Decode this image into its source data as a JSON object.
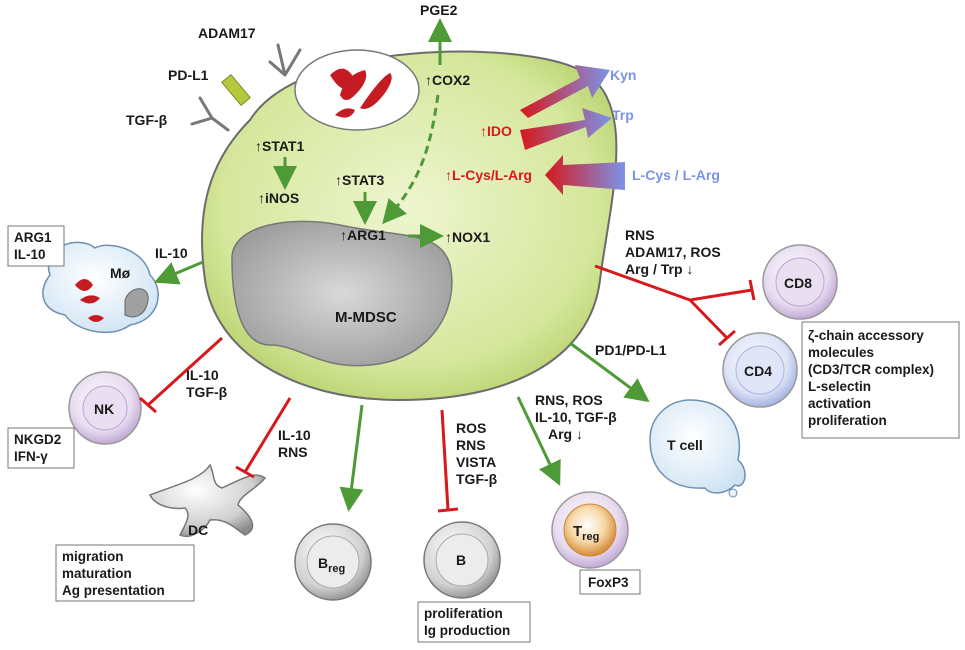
{
  "cell": {
    "name": "M-MDSC",
    "receptor_adam17": "ADAM17",
    "receptor_pdl1": "PD-L1",
    "receptor_tgfb": "TGF-β",
    "stat1": "↑STAT1",
    "inos": "↑iNOS",
    "stat3": "↑STAT3",
    "arg1": "↑ARG1",
    "nox1": "↑NOX1",
    "cox2": "↑COX2",
    "ido": "↑IDO",
    "lcys_larg_in": "↑L-Cys/L-Arg"
  },
  "outputs": {
    "pge2": "PGE2",
    "kyn": "Kyn",
    "trp": "Trp",
    "lcys_larg": "L-Cys / L-Arg"
  },
  "targets": {
    "macrophage": {
      "label": "Mø",
      "signal": "IL-10",
      "box": [
        "ARG1",
        "IL-10"
      ]
    },
    "nk": {
      "label": "NK",
      "signal": [
        "IL-10",
        "TGF-β"
      ],
      "box": [
        "NKGD2",
        "IFN-γ"
      ]
    },
    "dc": {
      "label": "DC",
      "signal": [
        "IL-10",
        "RNS"
      ],
      "box": [
        "migration",
        "maturation",
        "Ag presentation"
      ]
    },
    "breg": {
      "label": "B",
      "sub": "reg"
    },
    "b": {
      "label": "B",
      "signal": [
        "ROS",
        "RNS",
        "VISTA",
        "TGF-β"
      ],
      "box": [
        "proliferation",
        "Ig production"
      ]
    },
    "treg": {
      "label": "T",
      "sub": "reg",
      "signal": [
        "RNS, ROS",
        "IL-10, TGF-β",
        "Arg ↓"
      ],
      "box": [
        "FoxP3"
      ]
    },
    "tcell": {
      "label": "T cell",
      "signal": "PD1/PD-L1"
    },
    "cd8": {
      "label": "CD8",
      "signal": [
        "RNS",
        "ADAM17, ROS",
        "Arg / Trp ↓"
      ]
    },
    "cd4": {
      "label": "CD4",
      "box": [
        "ζ-chain accessory",
        " molecules",
        "(CD3/TCR complex)",
        "L-selectin",
        "activation",
        "proliferation"
      ]
    }
  },
  "colors": {
    "cell_fill": "#d6e89a",
    "activation_arrow": "#4e9a36",
    "inhibition_line": "#d7191c",
    "metabolite_blue": "#7b93e8"
  }
}
